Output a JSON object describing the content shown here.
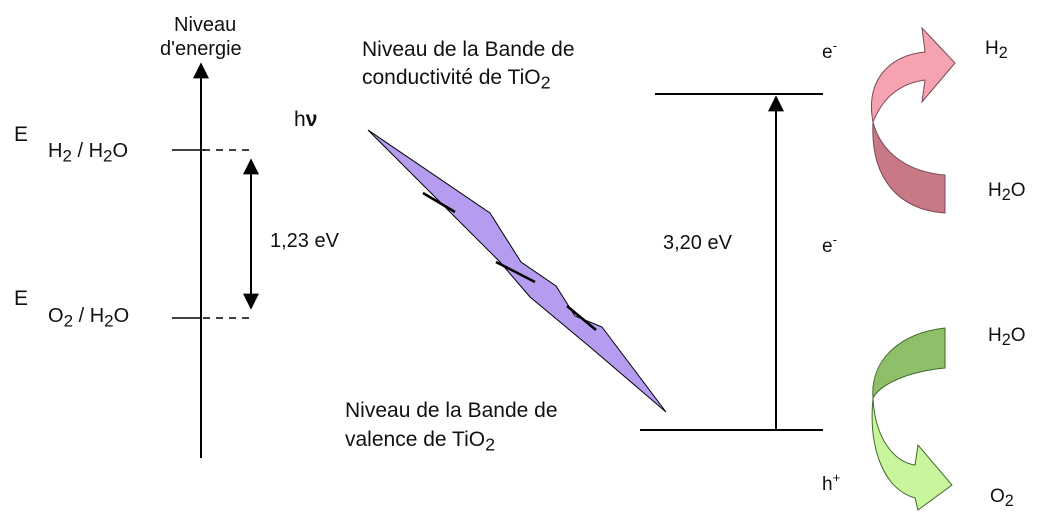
{
  "energy_axis": {
    "title_line1": "Niveau",
    "title_line2": "d'energie"
  },
  "redox_levels": {
    "h2": {
      "e": "E",
      "part1": "H",
      "sub1": "2",
      "part2": " / H",
      "sub2": "2",
      "part3": "O"
    },
    "o2": {
      "e": "E",
      "part1": "O",
      "sub1": "2",
      "part2": " / H",
      "sub2": "2",
      "part3": "O"
    },
    "gap": "1,23 eV"
  },
  "photon": {
    "h": "h",
    "nu": "ν"
  },
  "bands": {
    "conduction_line1": "Niveau de la Bande de",
    "conduction_line2_pre": "conductivité de TiO",
    "conduction_line2_sub": "2",
    "valence_line1": "Niveau de la Bande de",
    "valence_line2_pre": "valence de TiO",
    "valence_line2_sub": "2",
    "gap": "3,20 eV"
  },
  "carriers": {
    "e_top": {
      "base": "e",
      "sup": "-"
    },
    "e_mid": {
      "base": "e",
      "sup": "-"
    },
    "h_bottom": {
      "base": "h",
      "sup": "+"
    }
  },
  "species": {
    "h2": {
      "base": "H",
      "sub": "2"
    },
    "h2o_top": {
      "base": "H",
      "sub": "2",
      "tail": "O"
    },
    "h2o_bottom": {
      "base": "H",
      "sub": "2",
      "tail": "O"
    },
    "o2": {
      "base": "O",
      "sub": "2"
    }
  },
  "colors": {
    "arrow_pink_light": "#f5a3b1",
    "arrow_pink_dark": "#c97986",
    "arrow_green_dark": "#8fbf69",
    "arrow_green_light": "#c9f59c",
    "photon_fill": "#b59cf0",
    "line": "#000000"
  }
}
